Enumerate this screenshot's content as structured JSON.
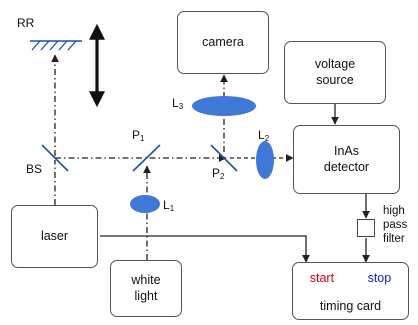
{
  "boxes": {
    "camera": "camera",
    "voltage_line1": "voltage",
    "voltage_line2": "source",
    "detector_line1": "InAs",
    "detector_line2": "detector",
    "laser": "laser",
    "white_line1": "white",
    "white_line2": "light",
    "timing": "timing card",
    "start": "start",
    "stop": "stop"
  },
  "labels": {
    "rr": "RR",
    "bs": "BS",
    "p1": "P",
    "p1_sub": "1",
    "p2": "P",
    "p2_sub": "2",
    "l1": "L",
    "l1_sub": "1",
    "l2": "L",
    "l2_sub": "2",
    "l3": "L",
    "l3_sub": "3",
    "filter_line1": "high",
    "filter_line2": "pass",
    "filter_line3": "filter"
  },
  "colors": {
    "start": "#d2001a",
    "stop": "#1722c8",
    "lens": "#3f78d6"
  }
}
